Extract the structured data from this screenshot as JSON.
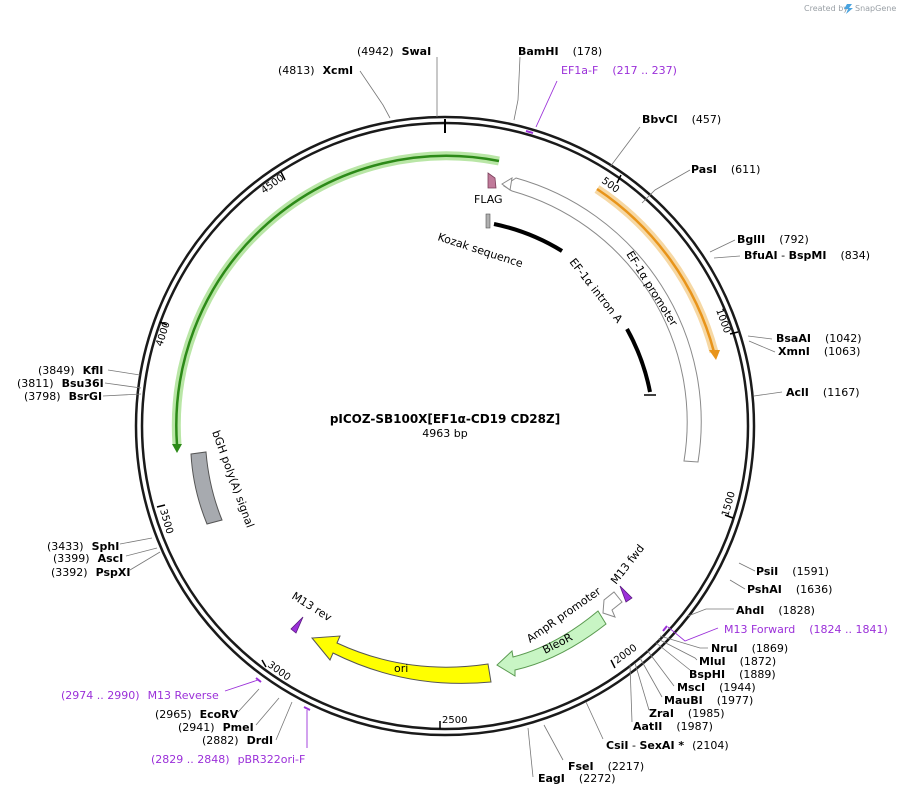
{
  "brand": {
    "created_by": "Created by",
    "name": "SnapGene"
  },
  "plasmid": {
    "name": "pICOZ-SB100X[EF1α-CD19 CD28Z]",
    "length_label": "4963 bp",
    "length": 4963
  },
  "colors": {
    "primer": "#9b30d9",
    "ori": "#ffff00",
    "bleor": "#c8f5c4",
    "sb100x": "#2c8a18",
    "cd19": "#e8941a",
    "polya": "#a7aaaf",
    "flag": "#c07a9a"
  },
  "ticks": [
    "500",
    "1000",
    "1500",
    "2000",
    "2500",
    "3000",
    "3500",
    "4000",
    "4500"
  ],
  "sites": [
    {
      "name": "SwaI",
      "pos": "(4942)"
    },
    {
      "name": "XcmI",
      "pos": "(4813)"
    },
    {
      "name": "BamHI",
      "pos": "(178)"
    },
    {
      "name": "BbvCI",
      "pos": "(457)"
    },
    {
      "name": "PasI",
      "pos": "(611)"
    },
    {
      "name": "BglII",
      "pos": "(792)"
    },
    {
      "name": "BfuAI",
      "sep": " - ",
      "name2": "BspMI",
      "pos": "(834)"
    },
    {
      "name": "BsaAI",
      "pos": "(1042)"
    },
    {
      "name": "XmnI",
      "pos": "(1063)"
    },
    {
      "name": "AclI",
      "pos": "(1167)"
    },
    {
      "name": "PsiI",
      "pos": "(1591)"
    },
    {
      "name": "PshAI",
      "pos": "(1636)"
    },
    {
      "name": "AhdI",
      "pos": "(1828)"
    },
    {
      "name": "NruI",
      "pos": "(1869)"
    },
    {
      "name": "MluI",
      "pos": "(1872)"
    },
    {
      "name": "BspHI",
      "pos": "(1889)"
    },
    {
      "name": "MscI",
      "pos": "(1944)"
    },
    {
      "name": "MauBI",
      "pos": "(1977)"
    },
    {
      "name": "ZraI",
      "pos": "(1985)"
    },
    {
      "name": "AatII",
      "pos": "(1987)"
    },
    {
      "name": "CsiI",
      "sep": " - ",
      "name2": "SexAI *",
      "pos": "(2104)"
    },
    {
      "name": "FseI",
      "pos": "(2217)"
    },
    {
      "name": "EagI",
      "pos": "(2272)"
    },
    {
      "name": "EcoRV",
      "pos": "(2965)"
    },
    {
      "name": "PmeI",
      "pos": "(2941)"
    },
    {
      "name": "DrdI",
      "pos": "(2882)"
    },
    {
      "name": "SphI",
      "pos": "(3433)"
    },
    {
      "name": "AscI",
      "pos": "(3399)"
    },
    {
      "name": "PspXI",
      "pos": "(3392)"
    },
    {
      "name": "KflI",
      "pos": "(3849)"
    },
    {
      "name": "Bsu36I",
      "pos": "(3811)"
    },
    {
      "name": "BsrGI",
      "pos": "(3798)"
    }
  ],
  "primers": [
    {
      "name": "EF1a-F",
      "range": "(217 .. 237)"
    },
    {
      "name": "M13 Forward",
      "range": "(1824 .. 1841)"
    },
    {
      "name": "M13 Reverse",
      "range": "(2974 .. 2990)"
    },
    {
      "name": "pBR322ori-F",
      "range": "(2829 .. 2848)"
    }
  ],
  "features": [
    {
      "name": "FLAG"
    },
    {
      "name": "Kozak sequence"
    },
    {
      "name": "EF-1α intron A"
    },
    {
      "name": "EF-1α promoter"
    },
    {
      "name": "bGH poly(A) signal"
    },
    {
      "name": "M13 fwd"
    },
    {
      "name": "AmpR promoter"
    },
    {
      "name": "BleoR"
    },
    {
      "name": "ori"
    },
    {
      "name": "M13 rev"
    }
  ]
}
